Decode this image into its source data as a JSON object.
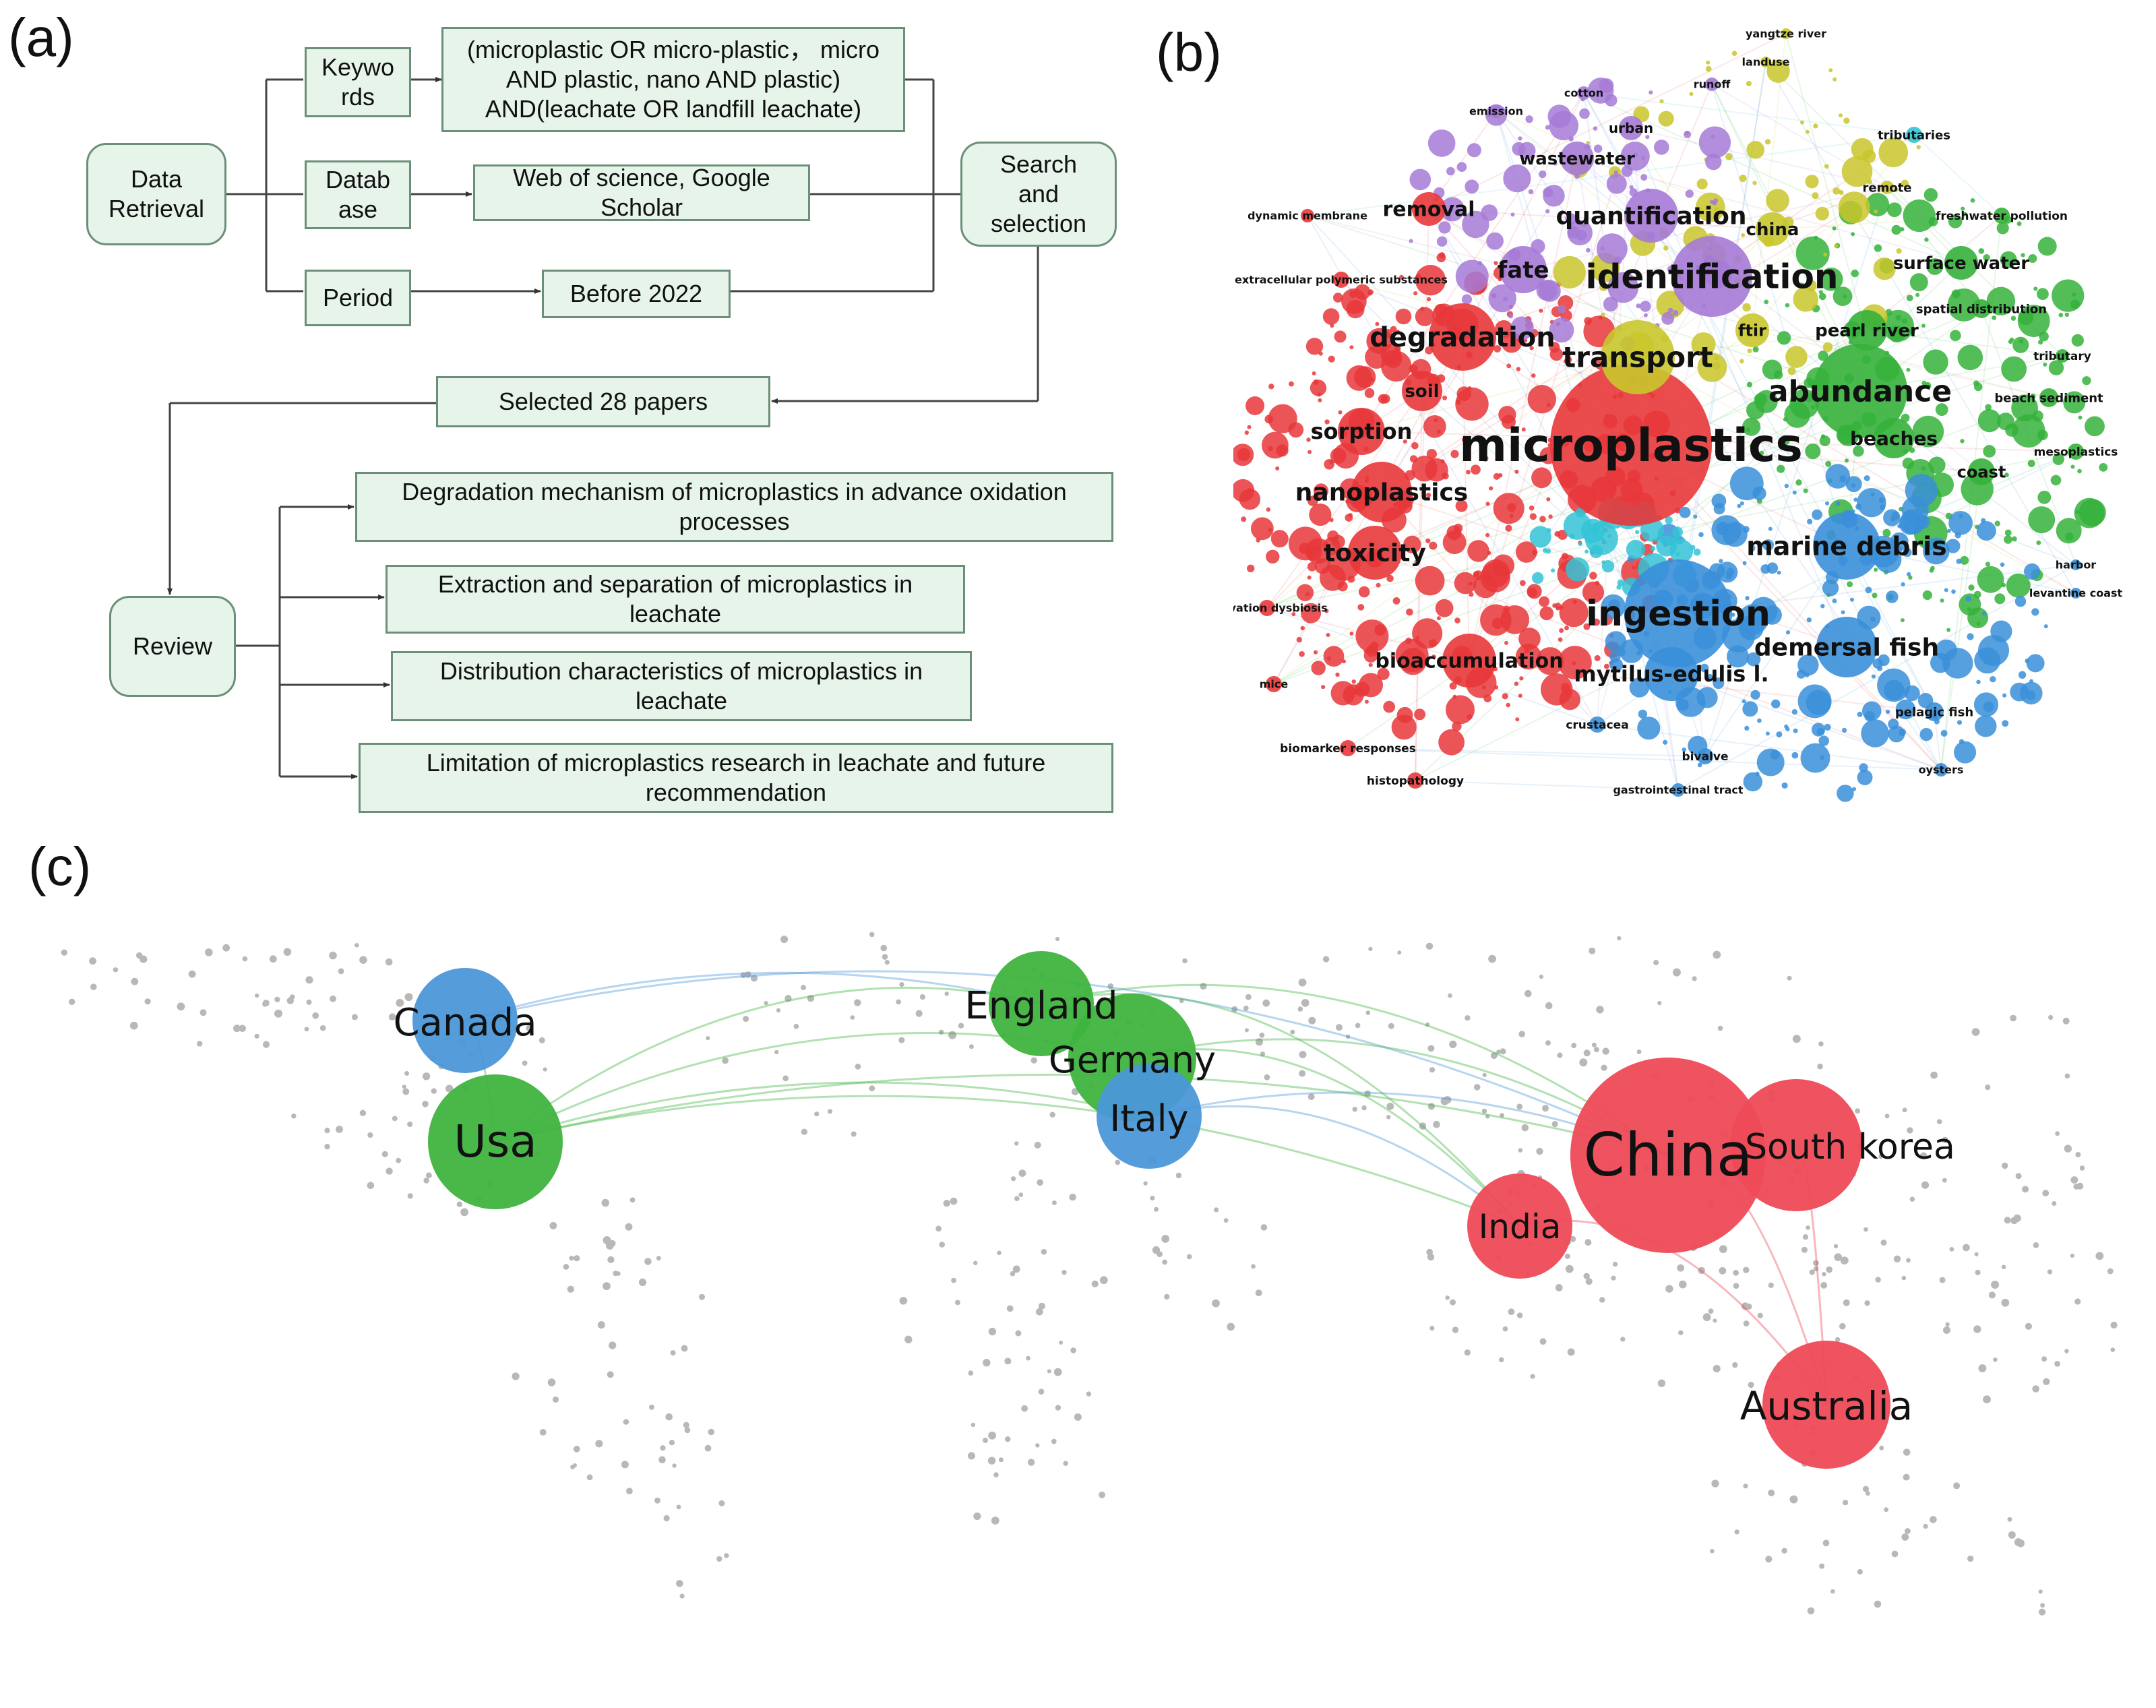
{
  "panels": {
    "a": "(a)",
    "b": "(b)",
    "c": "(c)"
  },
  "flowchart": {
    "data_retrieval": "Data\nRetrieval",
    "keywords": "Keywo\nrds",
    "database": "Datab\nase",
    "period": "Period",
    "keywords_query": "(microplastic OR micro-plastic， micro\nAND plastic, nano AND plastic)\nAND(leachate OR landfill leachate)",
    "databases_value": "Web of science, Google\nScholar",
    "period_value": "Before 2022",
    "search_selection": "Search\nand\nselection",
    "selected": "Selected 28 papers",
    "review": "Review",
    "topic_1": "Degradation mechanism of microplastics in advance oxidation\nprocesses",
    "topic_2": "Extraction and separation of microplastics in\nleachate",
    "topic_3": "Distribution characteristics of microplastics in\nleachate",
    "topic_4": "Limitation of microplastics research in leachate and future\nrecommendation"
  },
  "network": {
    "colors": {
      "red": "#e8373a",
      "green": "#35b13b",
      "blue": "#3a8fd9",
      "yellow": "#c9c62c",
      "purple": "#a57ad6",
      "cyan": "#34c3d6"
    },
    "keywords": [
      {
        "label": "microplastics",
        "cluster": "red"
      },
      {
        "label": "identification",
        "cluster": "purple"
      },
      {
        "label": "ingestion",
        "cluster": "blue"
      },
      {
        "label": "abundance",
        "cluster": "green"
      },
      {
        "label": "transport",
        "cluster": "yellow"
      },
      {
        "label": "degradation",
        "cluster": "red"
      },
      {
        "label": "quantification",
        "cluster": "purple"
      },
      {
        "label": "nanoplastics",
        "cluster": "red"
      },
      {
        "label": "toxicity",
        "cluster": "red"
      },
      {
        "label": "marine debris",
        "cluster": "blue"
      },
      {
        "label": "demersal fish",
        "cluster": "blue"
      },
      {
        "label": "mytilus-edulis l.",
        "cluster": "blue"
      },
      {
        "label": "bioaccumulation",
        "cluster": "red"
      },
      {
        "label": "sorption",
        "cluster": "red"
      },
      {
        "label": "fate",
        "cluster": "purple"
      },
      {
        "label": "removal",
        "cluster": "red"
      },
      {
        "label": "wastewater",
        "cluster": "purple"
      },
      {
        "label": "surface water",
        "cluster": "green"
      },
      {
        "label": "beaches",
        "cluster": "green"
      },
      {
        "label": "pearl river",
        "cluster": "green"
      },
      {
        "label": "soil",
        "cluster": "red"
      },
      {
        "label": "ftir",
        "cluster": "yellow"
      },
      {
        "label": "china",
        "cluster": "yellow"
      },
      {
        "label": "coast",
        "cluster": "green"
      },
      {
        "label": "urban",
        "cluster": "purple"
      },
      {
        "label": "tributaries",
        "cluster": "cyan"
      },
      {
        "label": "freshwater pollution",
        "cluster": "green"
      },
      {
        "label": "spatial distribution",
        "cluster": "green"
      },
      {
        "label": "beach sediment",
        "cluster": "green"
      },
      {
        "label": "mesoplastics",
        "cluster": "green"
      },
      {
        "label": "tributary",
        "cluster": "green"
      },
      {
        "label": "harbor",
        "cluster": "blue"
      },
      {
        "label": "levantine coast",
        "cluster": "blue"
      },
      {
        "label": "pelagic fish",
        "cluster": "blue"
      },
      {
        "label": "crustacea",
        "cluster": "blue"
      },
      {
        "label": "bivalve",
        "cluster": "blue"
      },
      {
        "label": "oysters",
        "cluster": "blue"
      },
      {
        "label": "gastrointestinal tract",
        "cluster": "blue"
      },
      {
        "label": "histopathology",
        "cluster": "red"
      },
      {
        "label": "biomarker responses",
        "cluster": "red"
      },
      {
        "label": "mice",
        "cluster": "red"
      },
      {
        "label": "activation dysbiosis",
        "cluster": "red"
      },
      {
        "label": "extracellular polymeric substances",
        "cluster": "red"
      },
      {
        "label": "dynamic membrane",
        "cluster": "red"
      },
      {
        "label": "emission",
        "cluster": "purple"
      },
      {
        "label": "cotton",
        "cluster": "purple"
      },
      {
        "label": "landuse",
        "cluster": "yellow"
      },
      {
        "label": "yangtze river",
        "cluster": "yellow"
      },
      {
        "label": "runoff",
        "cluster": "purple"
      },
      {
        "label": "remote",
        "cluster": "yellow"
      }
    ]
  },
  "map": {
    "colors": {
      "red": "#ee4a57",
      "green": "#3fb43f",
      "blue": "#4b97d8"
    },
    "countries": [
      {
        "label": "Canada",
        "cluster": "blue"
      },
      {
        "label": "Usa",
        "cluster": "green"
      },
      {
        "label": "England",
        "cluster": "green"
      },
      {
        "label": "Germany",
        "cluster": "green"
      },
      {
        "label": "Italy",
        "cluster": "blue"
      },
      {
        "label": "China",
        "cluster": "red"
      },
      {
        "label": "South korea",
        "cluster": "red"
      },
      {
        "label": "India",
        "cluster": "red"
      },
      {
        "label": "Australia",
        "cluster": "red"
      }
    ]
  }
}
